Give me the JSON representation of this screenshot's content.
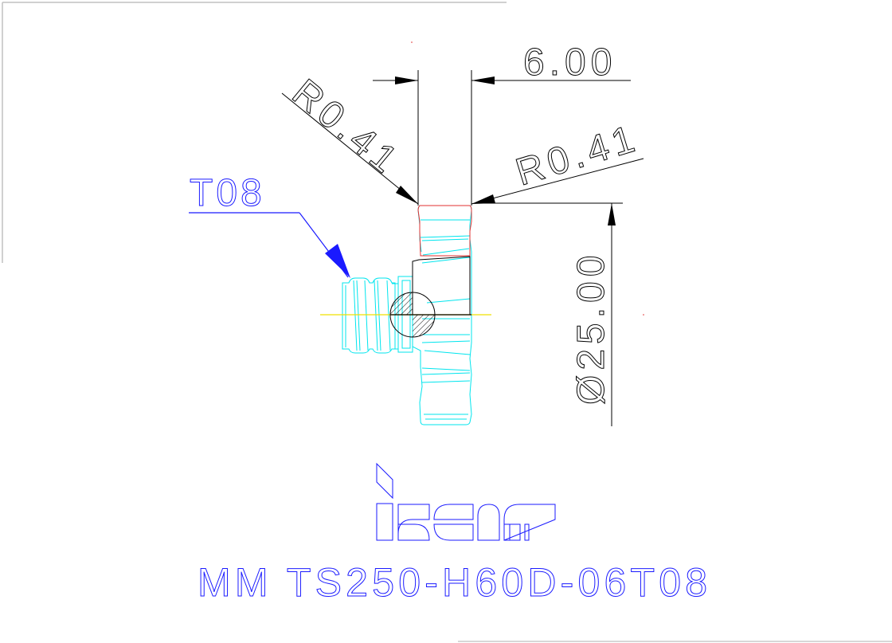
{
  "drawing": {
    "colors": {
      "dimension": "#000000",
      "tool_outline": "#00e5ee",
      "highlight": "#e03030",
      "annotation": "#1a1aff",
      "centerline": "#f0e000",
      "frame": "#c0c0c0"
    },
    "dimensions": {
      "width": "6.00",
      "radius_left": "R0.41",
      "radius_right": "R0.41",
      "diameter": "Ø25.00"
    },
    "callout": {
      "label": "T08"
    },
    "brand": {
      "logo_text": "iscar"
    },
    "part_number": "MM TS250-H60D-06T08"
  }
}
